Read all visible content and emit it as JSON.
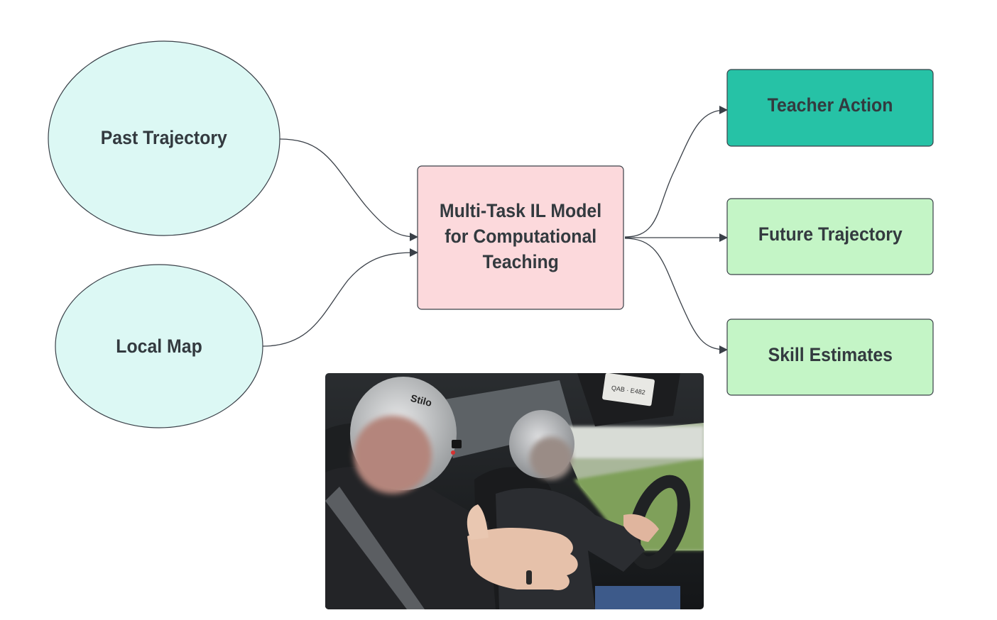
{
  "nodes": {
    "past_trajectory": "Past Trajectory",
    "local_map": "Local Map",
    "model": [
      "Multi-Task IL Model",
      "for Computational",
      "Teaching"
    ],
    "teacher_action": "Teacher Action",
    "future_trajectory": "Future Trajectory",
    "skill_estimates": "Skill Estimates"
  },
  "photo": {
    "plate_text": "QAB · E482",
    "helmet_text": "Stilo"
  },
  "colors": {
    "input_fill": "#dcf8f4",
    "model_fill": "#fcd9dc",
    "teacher_fill": "#26c2a6",
    "output_fill": "#c4f5c6",
    "stroke": "#3a4048"
  }
}
